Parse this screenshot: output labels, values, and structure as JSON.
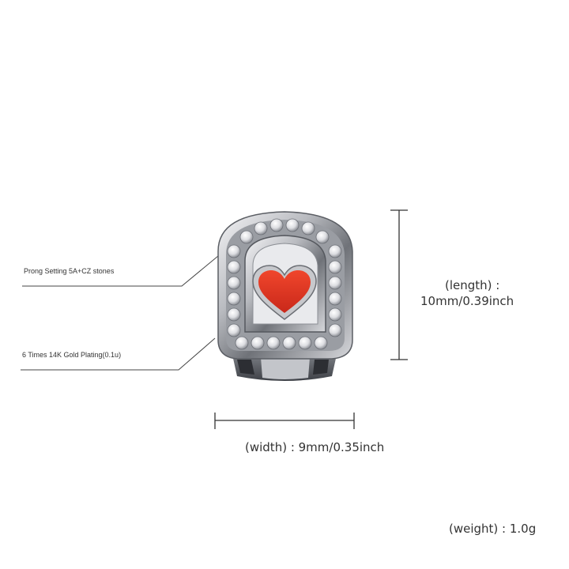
{
  "annotations": {
    "prong": "Prong Setting 5A+CZ stones",
    "plating": "6 Times  14K  Gold  Plating(0.1u)",
    "length_line1": "(length) :",
    "length_line2": "10mm/0.39inch",
    "width": "(width) : 9mm/0.35inch",
    "weight": "(weight) : 1.0g"
  },
  "product": {
    "type": "single-tooth-grillz-cap",
    "metal_color": "#c8c9cc",
    "enamel_color": "#e23a22",
    "stone_color": "#f2f2f4"
  }
}
